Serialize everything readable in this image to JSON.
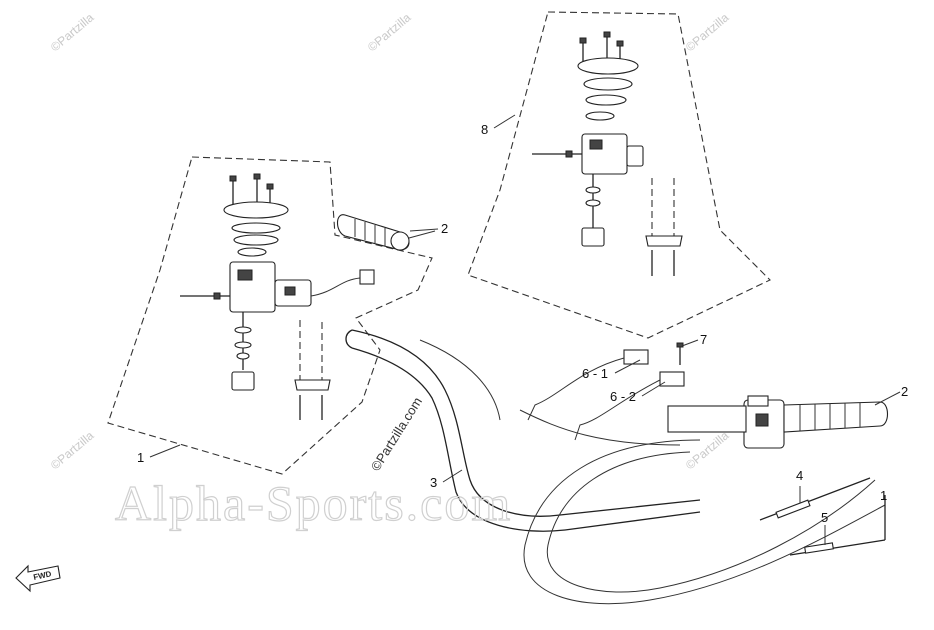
{
  "watermarks": {
    "small": "©Partzilla",
    "center": "Alpha-Sports.com"
  },
  "credit": "©Partzilla.com",
  "callouts": {
    "c1": "1",
    "c2_left": "2",
    "c2_right": "2",
    "c3": "3",
    "c4": "4",
    "c5": "5",
    "c1_right": "1",
    "c6_1": "6 - 1",
    "c6_2": "6 - 2",
    "c7": "7",
    "c8": "8"
  },
  "fwd_label": "FWD"
}
